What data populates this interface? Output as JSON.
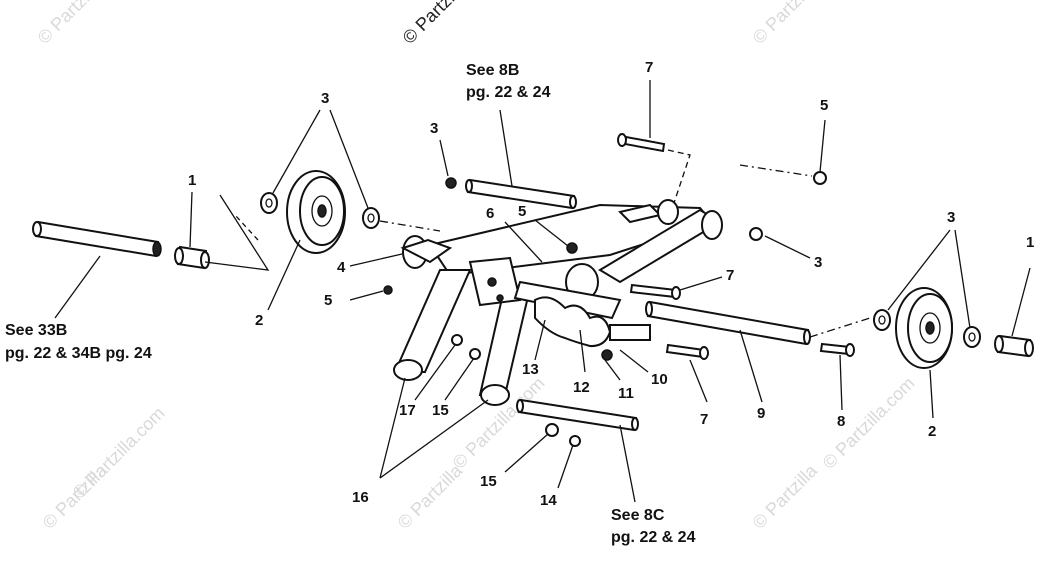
{
  "watermarks": {
    "top_left": "© Partzilla",
    "top_center": "© Partzilla.com",
    "top_right": "© Partzilla",
    "mid_left": "© Partzilla.com",
    "mid_center": "© Partzilla.com",
    "mid_right": "© Partzilla.com",
    "bot_left": "© Partzilla",
    "bot_center": "© Partzilla",
    "bot_right": "© Partzilla"
  },
  "references": {
    "ref_8b_line1": "See 8B",
    "ref_8b_line2": "pg. 22 & 24",
    "ref_33b_line1": "See 33B",
    "ref_33b_line2": "pg. 22 & 34B pg. 24",
    "ref_8c_line1": "See 8C",
    "ref_8c_line2": "pg. 22 & 24"
  },
  "callouts": {
    "c1_left": "1",
    "c2_left": "2",
    "c3_left": "3",
    "c3_top": "3",
    "c4": "4",
    "c5_left": "5",
    "c5_mid": "5",
    "c5_top": "5",
    "c6": "6",
    "c7_top": "7",
    "c7_mid": "7",
    "c7_low": "7",
    "c8": "8",
    "c9": "9",
    "c10": "10",
    "c11": "11",
    "c12": "12",
    "c13": "13",
    "c14": "14",
    "c15_a": "15",
    "c15_b": "15",
    "c16": "16",
    "c17": "17",
    "c3_right": "3",
    "c3_right_lower": "3",
    "c1_right": "1",
    "c2_right": "2"
  }
}
